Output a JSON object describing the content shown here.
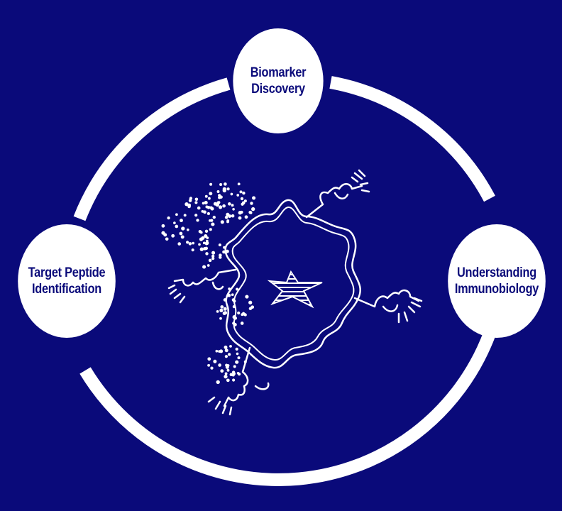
{
  "colors": {
    "background": "#0a0a7a",
    "foreground": "#ffffff"
  },
  "nodes": {
    "top": {
      "line1": "Biomarker",
      "line2": "Discovery"
    },
    "left": {
      "line1": "Target Peptide",
      "line2": "Identification"
    },
    "right": {
      "line1": "Understanding",
      "line2": "Immunobiology"
    }
  },
  "illustration": {
    "name": "cell-with-receptors-icon"
  }
}
